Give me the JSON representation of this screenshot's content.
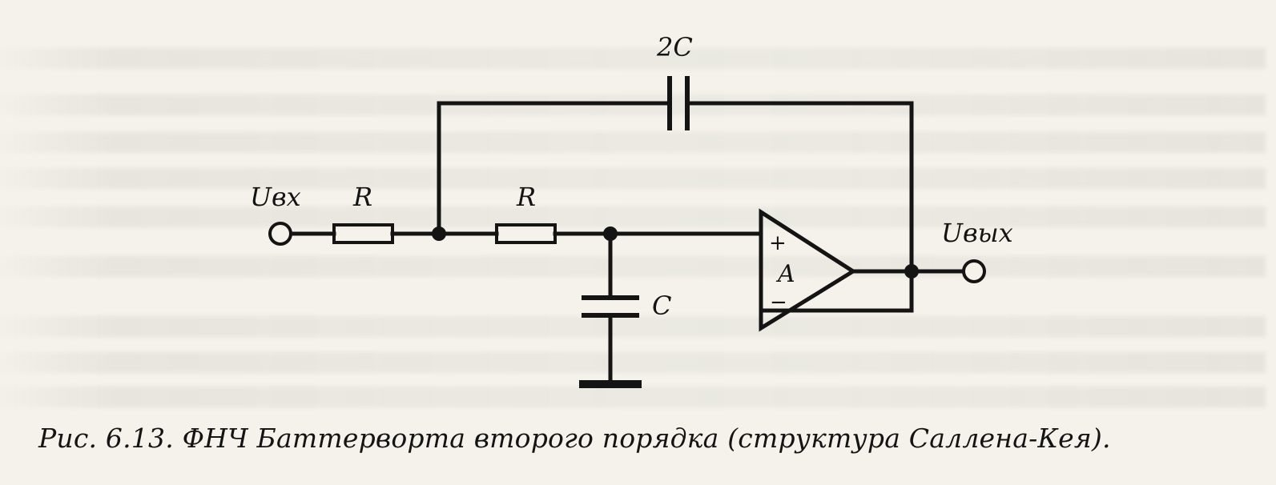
{
  "labels": {
    "input": "Uвх",
    "output": "Uвых",
    "r1": "R",
    "r2": "R",
    "c_feedback": "2C",
    "c_ground": "C",
    "opamp": "A",
    "plus": "+",
    "minus": "−"
  },
  "caption": "Рис. 6.13. ФНЧ Баттерворта второго порядка (структура Саллена-Кея)."
}
